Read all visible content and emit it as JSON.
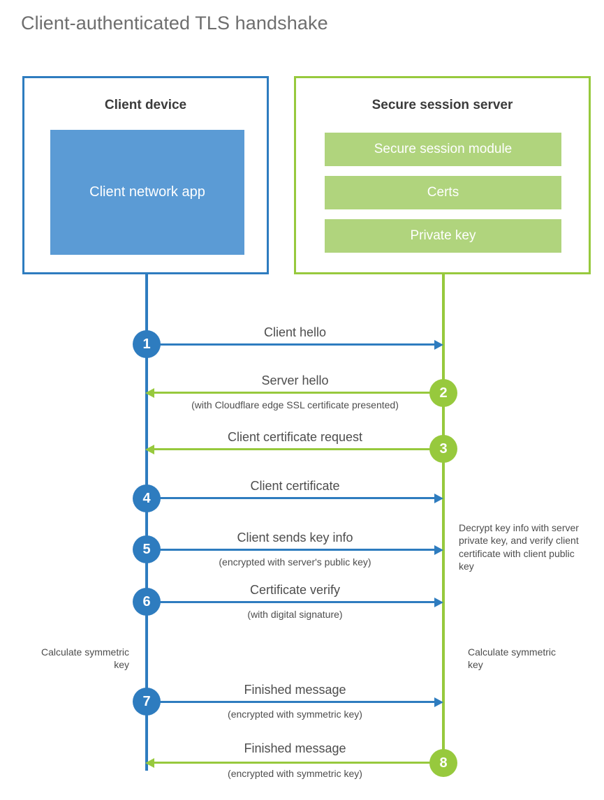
{
  "diagram": {
    "title": "Client-authenticated TLS handshake",
    "colors": {
      "client_blue": "#2e7cbf",
      "client_app_fill": "#5b9bd5",
      "server_green": "#97c93d",
      "server_box_fill": "#b0d47d",
      "text_gray": "#4d4d4d",
      "title_gray": "#6e6e6e",
      "panel_title": "#3b3b3b"
    },
    "panels": {
      "client": {
        "title": "Client device",
        "app_box_label": "Client network app"
      },
      "server": {
        "title": "Secure session server",
        "boxes": [
          "Secure session module",
          "Certs",
          "Private key"
        ]
      }
    },
    "steps": [
      {
        "number": "1",
        "label": "Client hello",
        "sublabel": "",
        "direction": "client-to-server",
        "color": "blue"
      },
      {
        "number": "2",
        "label": "Server hello",
        "sublabel": "(with Cloudflare edge SSL certificate presented)",
        "direction": "server-to-client",
        "color": "green"
      },
      {
        "number": "3",
        "label": "Client certificate request",
        "sublabel": "",
        "direction": "server-to-client",
        "color": "green"
      },
      {
        "number": "4",
        "label": "Client certificate",
        "sublabel": "",
        "direction": "client-to-server",
        "color": "blue"
      },
      {
        "number": "5",
        "label": "Client sends key info",
        "sublabel": "(encrypted with server's public key)",
        "direction": "client-to-server",
        "color": "blue"
      },
      {
        "number": "6",
        "label": "Certificate verify",
        "sublabel": "(with digital signature)",
        "direction": "client-to-server",
        "color": "blue"
      },
      {
        "number": "7",
        "label": "Finished message",
        "sublabel": "(encrypted with symmetric key)",
        "direction": "client-to-server",
        "color": "blue"
      },
      {
        "number": "8",
        "label": "Finished message",
        "sublabel": "(encrypted with symmetric key)",
        "direction": "server-to-client",
        "color": "green"
      }
    ],
    "annotations": {
      "server_decrypt": "Decrypt key info with server private key, and verify client certificate with client public key",
      "client_calculate": "Calculate symmetric key",
      "server_calculate": "Calculate symmetric key"
    }
  }
}
